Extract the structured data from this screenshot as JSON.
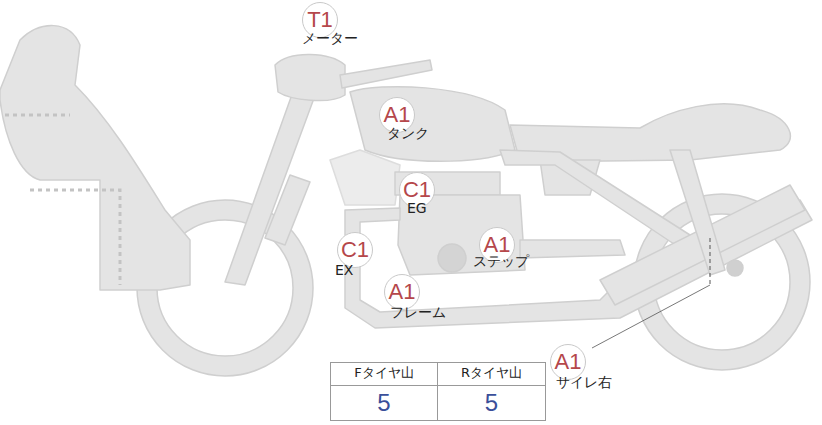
{
  "diagram": {
    "nodes": [
      {
        "text": [
          "T1",
          "メーター"
        ]
      },
      {
        "text": [
          "A1",
          "タンク"
        ]
      },
      {
        "text": [
          "C1",
          "EG"
        ]
      },
      {
        "text": [
          "C1",
          "EX"
        ]
      },
      {
        "text": [
          "A1",
          "ステップ"
        ]
      },
      {
        "text": [
          "A1",
          "フレーム"
        ]
      },
      {
        "text": [
          "A1",
          "サイレ右"
        ]
      }
    ],
    "labels": [
      "Fタイヤ山",
      "Rタイヤ山",
      "5",
      "5"
    ]
  }
}
